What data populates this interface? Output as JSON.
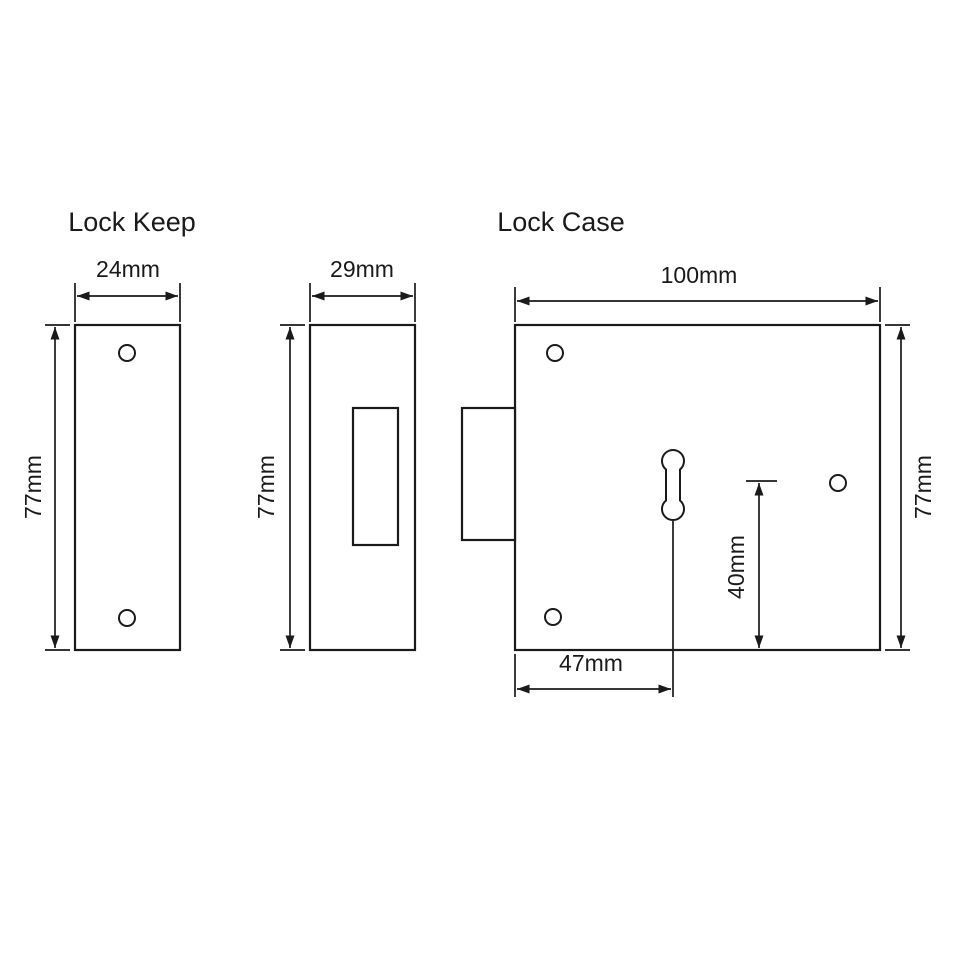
{
  "style": {
    "line_color": "#1a1a1a",
    "background": "#ffffff"
  },
  "titles": {
    "lock_keep": "Lock Keep",
    "lock_case": "Lock Case"
  },
  "dims": {
    "keep_width": "24mm",
    "keep_height": "77mm",
    "body_width": "29mm",
    "body_height": "77mm",
    "case_width": "100mm",
    "case_height": "77mm",
    "keyhole_vertical": "40mm",
    "keyhole_horizontal": "47mm"
  }
}
